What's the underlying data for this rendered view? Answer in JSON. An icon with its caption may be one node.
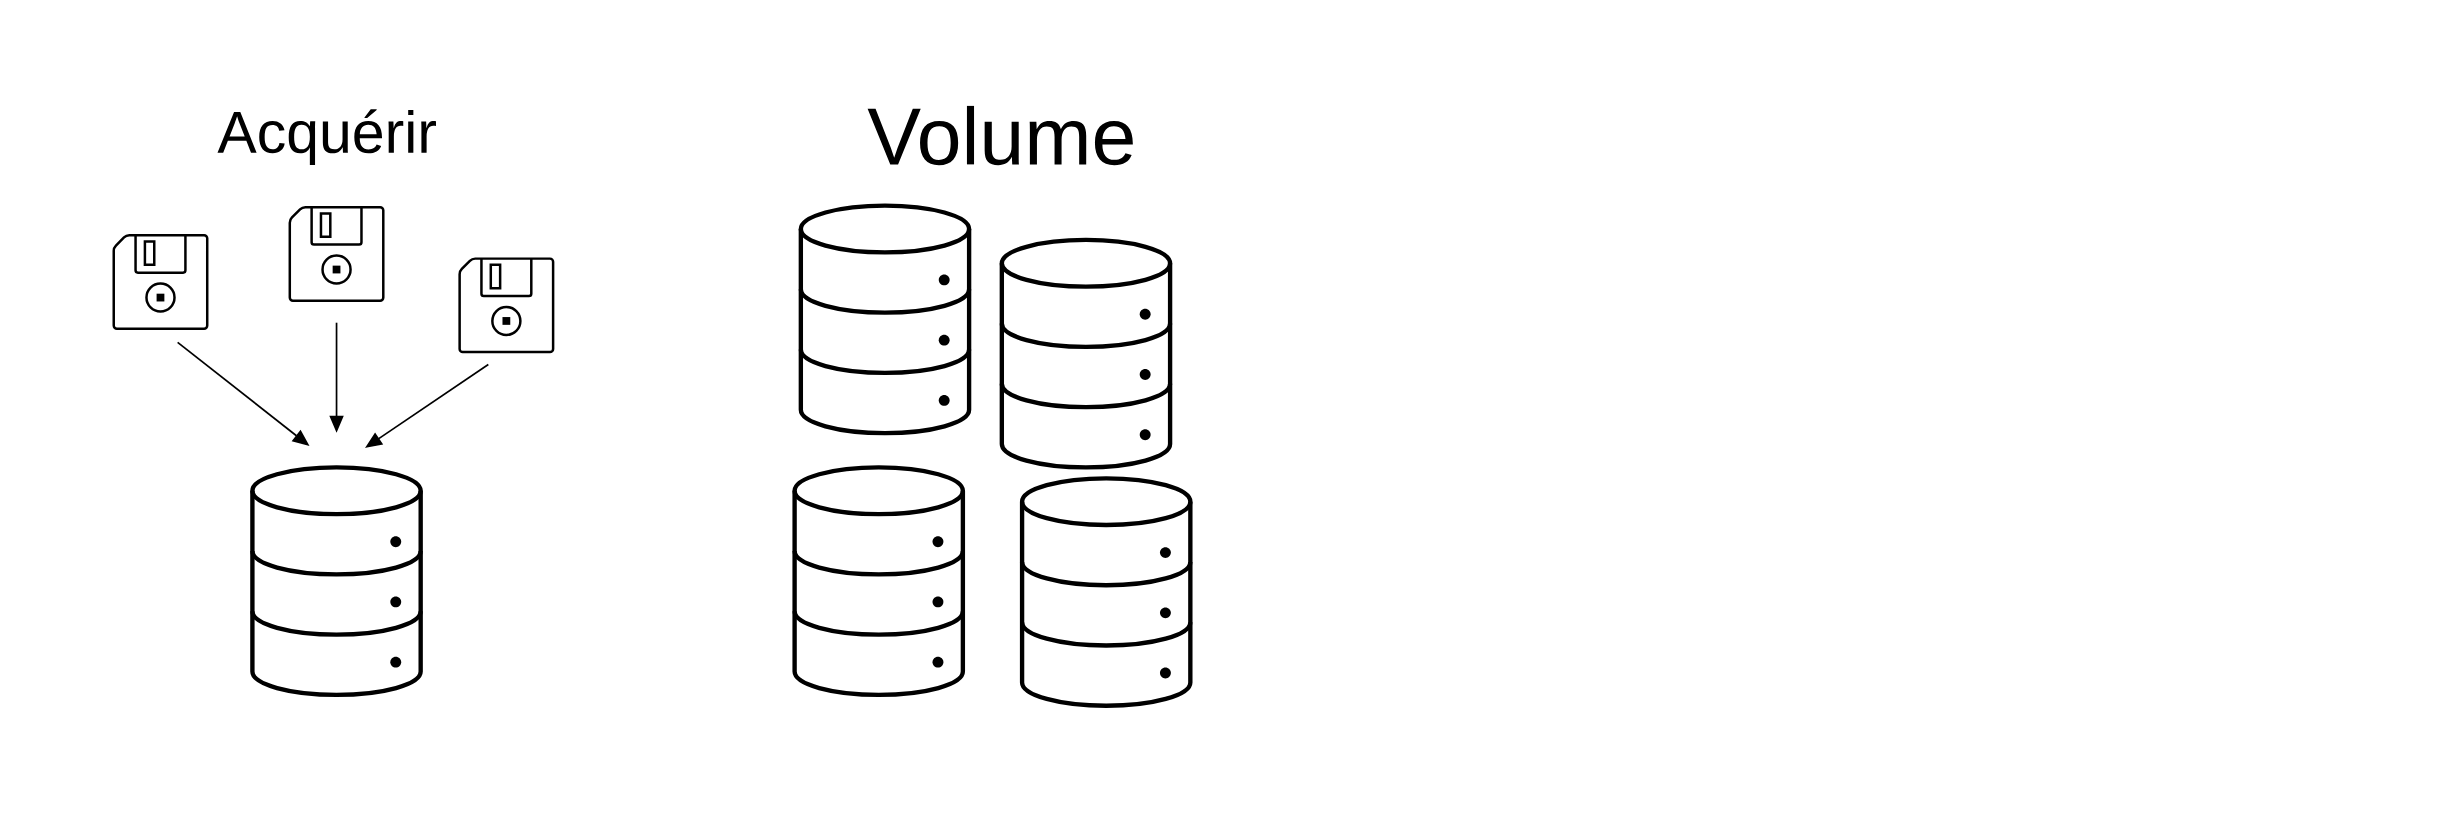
{
  "diagram": {
    "nodes": [
      {
        "text": [],
        "shape": "picture"
      },
      {
        "text": [],
        "shape": "picture"
      },
      {
        "text": [],
        "shape": "picture"
      },
      {
        "text": [],
        "shape": "cylinder"
      },
      {
        "text": [],
        "shape": "cylinder"
      },
      {
        "text": [],
        "shape": "cylinder"
      },
      {
        "text": [],
        "shape": "cylinder"
      },
      {
        "text": [],
        "shape": "cylinder"
      }
    ],
    "edges": [
      {
        "from": 0,
        "to": 3,
        "arrow": "to"
      },
      {
        "from": 1,
        "to": 3,
        "arrow": "to"
      },
      {
        "from": 2,
        "to": 3,
        "arrow": "to"
      }
    ],
    "labels": [
      "Acquérir",
      "Volume"
    ]
  }
}
